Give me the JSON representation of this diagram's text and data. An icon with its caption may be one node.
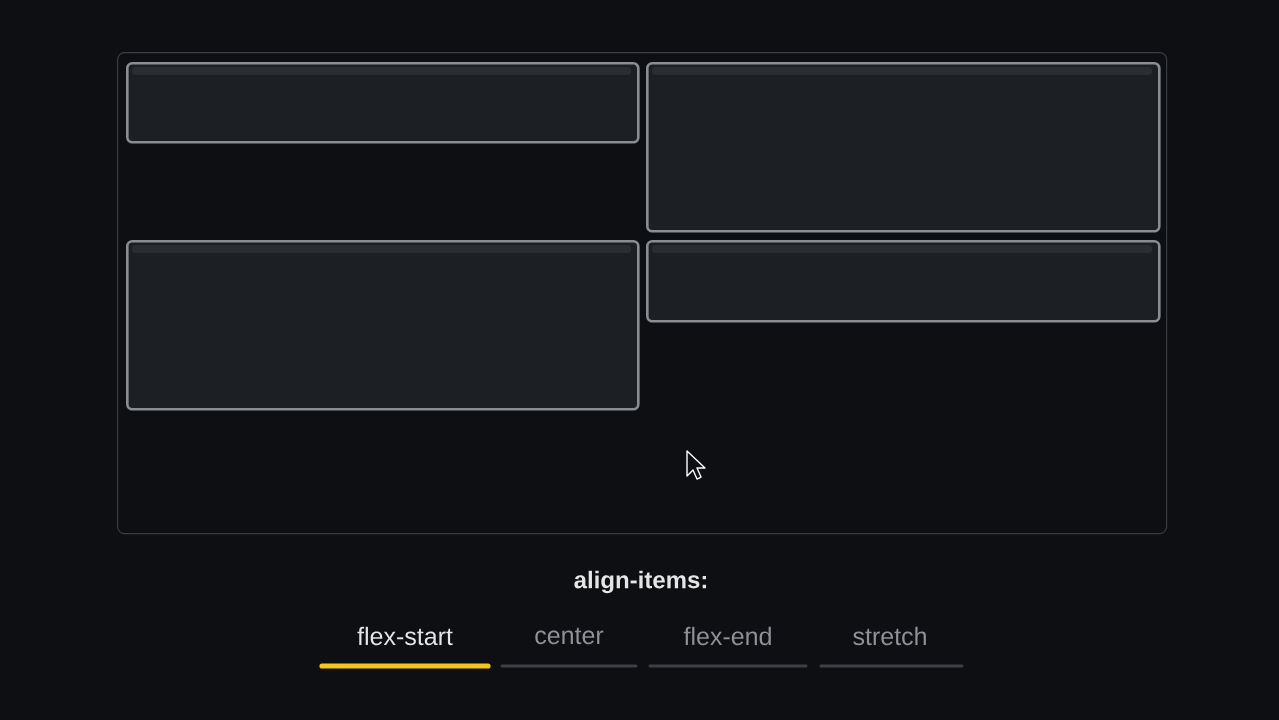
{
  "diagram": {
    "nodes": [
      {
        "text": [],
        "shape": "box"
      },
      {
        "text": [],
        "shape": "box",
        "in": 0
      },
      {
        "text": [],
        "shape": "box",
        "in": 0
      },
      {
        "text": [],
        "shape": "box",
        "in": 0
      },
      {
        "text": [],
        "shape": "box",
        "in": 0
      }
    ],
    "labels": [
      "align-items:",
      "flex-start",
      "center",
      "flex-end",
      "stretch"
    ]
  }
}
